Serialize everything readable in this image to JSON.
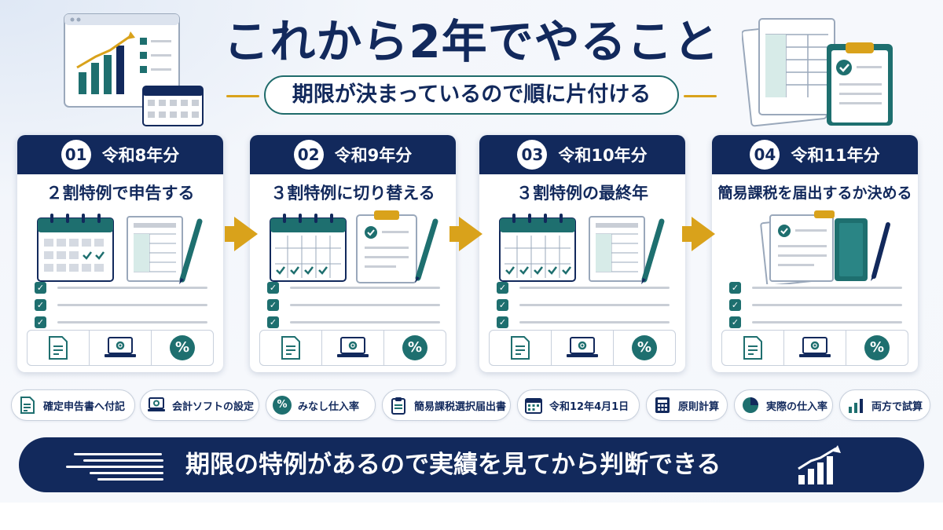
{
  "header": {
    "title": "これから2年でやること",
    "subtitle": "期限が決まっているので順に片付ける"
  },
  "steps": [
    {
      "number": "01",
      "year": "令和8年分",
      "action": "２割特例で申告する"
    },
    {
      "number": "02",
      "year": "令和9年分",
      "action": "３割特例に切り替える"
    },
    {
      "number": "03",
      "year": "令和10年分",
      "action": "３割特例の最終年"
    },
    {
      "number": "04",
      "year": "令和11年分",
      "action": "簡易課税を届出するか決める"
    }
  ],
  "card_icons": {
    "percent_symbol": "%",
    "icons": [
      "document-icon",
      "laptop-gear-icon",
      "percent-icon"
    ]
  },
  "tags": [
    {
      "label": "確定申告書へ付記",
      "icon": "document-icon"
    },
    {
      "label": "会計ソフトの設定",
      "icon": "laptop-gear-icon"
    },
    {
      "label": "みなし仕入率",
      "icon": "percent-icon"
    },
    {
      "label": "簡易課税選択届出書",
      "icon": "clipboard-icon"
    },
    {
      "label": "令和12年4月1日",
      "icon": "calendar-icon"
    },
    {
      "label": "原則計算",
      "icon": "calculator-icon"
    },
    {
      "label": "実際の仕入率",
      "icon": "pie-chart-icon"
    },
    {
      "label": "両方で試算",
      "icon": "bar-chart-icon"
    }
  ],
  "footer": {
    "message": "期限の特例があるので実績を見てから判断できる"
  },
  "colors": {
    "navy": "#12295c",
    "teal": "#1e6f6f",
    "gold": "#d9a21b",
    "background": "#f4f7fb"
  }
}
